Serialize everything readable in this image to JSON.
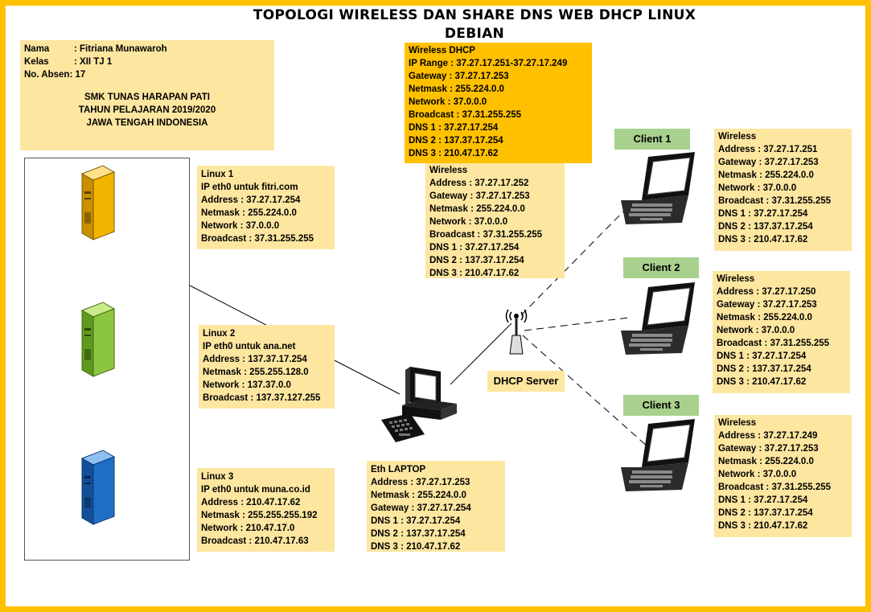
{
  "title": {
    "line1": "TOPOLOGI WIRELESS DAN SHARE DNS WEB DHCP LINUX",
    "line2": "DEBIAN"
  },
  "student": {
    "name_label": "Nama",
    "name_value": ": Fitriana Munawaroh",
    "class_label": "Kelas",
    "class_value": ": XII TJ 1",
    "absen": "No. Absen: 17",
    "school": "SMK TUNAS HARAPAN PATI",
    "year": "TAHUN PELAJARAN 2019/2020",
    "region": "JAWA TENGAH INDONESIA"
  },
  "wireless_dhcp": {
    "lines": [
      "Wireless DHCP",
      "IP Range : 37.27.17.251-37.27.17.249",
      "Gateway : 37.27.17.253",
      "Netmask : 255.224.0.0",
      "Network : 37.0.0.0",
      "Broadcast : 37.31.255.255",
      "DNS 1 : 37.27.17.254",
      "DNS 2 : 137.37.17.254",
      "DNS 3 : 210.47.17.62"
    ]
  },
  "ap_wireless": {
    "lines": [
      "Wireless",
      "Address : 37.27.17.252",
      "Gateway : 37.27.17.253",
      "Netmask : 255.224.0.0",
      "Network : 37.0.0.0",
      "Broadcast : 37.31.255.255",
      "DNS 1 : 37.27.17.254",
      "DNS 2 : 137.37.17.254",
      "DNS 3 : 210.47.17.62"
    ]
  },
  "linux1": {
    "lines": [
      "Linux 1",
      "IP eth0 untuk fitri.com",
      "Address : 37.27.17.254",
      "Netmask : 255.224.0.0",
      "Network : 37.0.0.0",
      "Broadcast : 37.31.255.255"
    ]
  },
  "linux2": {
    "lines": [
      "Linux 2",
      "IP eth0 untuk ana.net",
      "Address : 137.37.17.254",
      "Netmask : 255.255.128.0",
      "Network : 137.37.0.0",
      "Broadcast : 137.37.127.255"
    ]
  },
  "linux3": {
    "lines": [
      "Linux 3",
      "IP eth0 untuk muna.co.id",
      "Address : 210.47.17.62",
      "Netmask : 255.255.255.192",
      "Network : 210.47.17.0",
      "Broadcast : 210.47.17.63"
    ]
  },
  "eth_laptop": {
    "lines": [
      "Eth LAPTOP",
      "Address : 37.27.17.253",
      "Netmask : 255.224.0.0",
      "Gateway : 37.27.17.254",
      "DNS 1 : 37.27.17.254",
      "DNS 2 : 137.37.17.254",
      "DNS 3 : 210.47.17.62"
    ]
  },
  "dhcp_server_label": "DHCP Server",
  "clients": [
    {
      "label": "Client 1",
      "lines": [
        "Wireless",
        "Address : 37.27.17.251",
        "Gateway : 37.27.17.253",
        "Netmask : 255.224.0.0",
        "Network : 37.0.0.0",
        "Broadcast : 37.31.255.255",
        "DNS 1 : 37.27.17.254",
        "DNS 2 : 137.37.17.254",
        "DNS 3 : 210.47.17.62"
      ]
    },
    {
      "label": "Client 2",
      "lines": [
        "Wireless",
        "Address : 37.27.17.250",
        "Gateway : 37.27.17.253",
        "Netmask : 255.224.0.0",
        "Network : 37.0.0.0",
        "Broadcast : 37.31.255.255",
        "DNS 1 : 37.27.17.254",
        "DNS 2 : 137.37.17.254",
        "DNS 3 : 210.47.17.62"
      ]
    },
    {
      "label": "Client 3",
      "lines": [
        "Wireless",
        "Address : 37.27.17.249",
        "Gateway : 37.27.17.253",
        "Netmask : 255.224.0.0",
        "Network : 37.0.0.0",
        "Broadcast : 37.31.255.255",
        "DNS 1 : 37.27.17.254",
        "DNS 2 : 137.37.17.254",
        "DNS 3 : 210.47.17.62"
      ]
    }
  ],
  "colors": {
    "frame": "#ffc000",
    "info_box": "#fde6a0",
    "client_label": "#a9d18e",
    "server_yellow": "#f2b400",
    "server_green": "#8cc63f",
    "server_blue": "#1f6fc6"
  },
  "icons": [
    "server-yellow-icon",
    "server-green-icon",
    "server-blue-icon",
    "desktop-computer-icon",
    "wireless-antenna-icon",
    "laptop-icon"
  ]
}
